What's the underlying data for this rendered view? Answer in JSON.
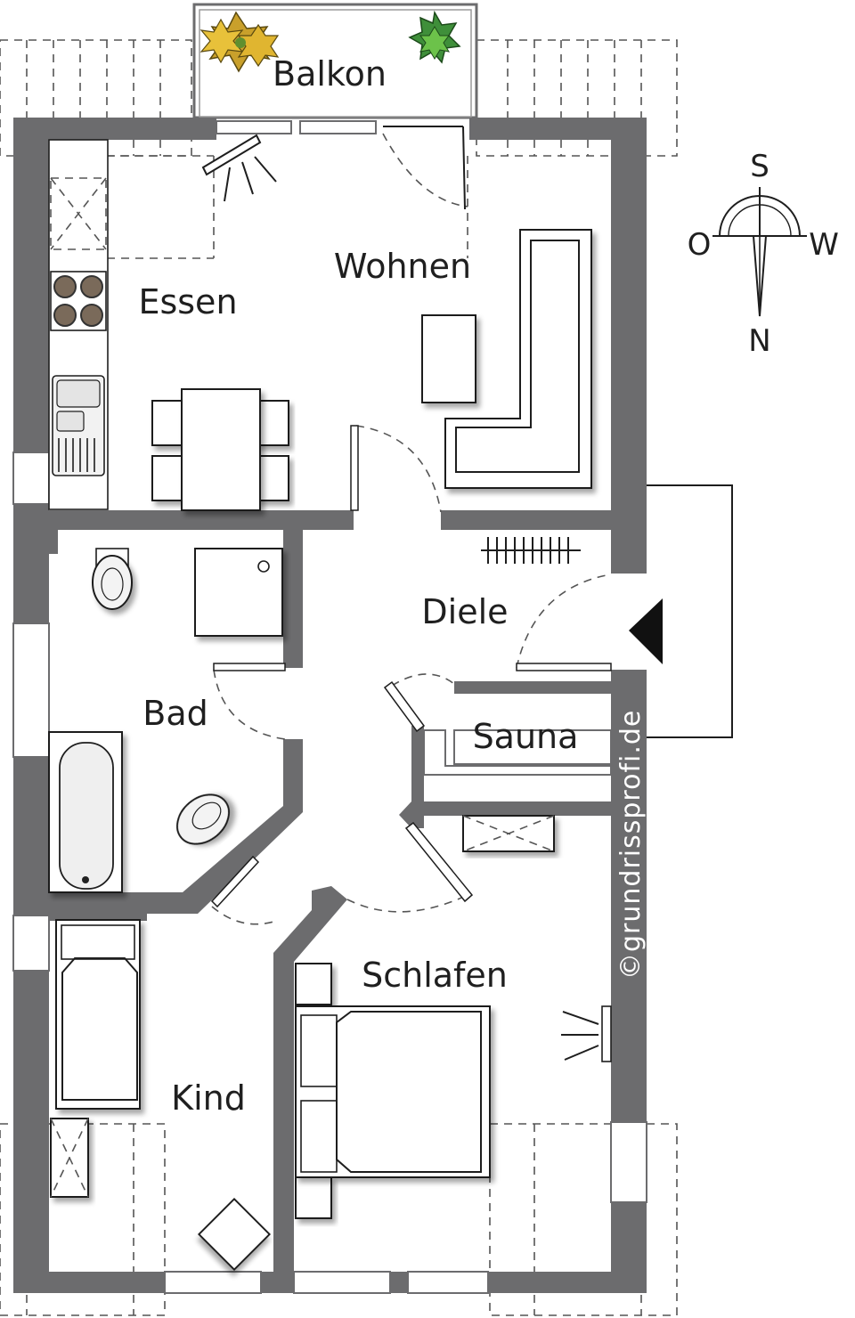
{
  "rooms": {
    "balkon": "Balkon",
    "wohnen": "Wohnen",
    "essen": "Essen",
    "diele": "Diele",
    "bad": "Bad",
    "sauna": "Sauna",
    "schlafen": "Schlafen",
    "kind": "Kind"
  },
  "compass": {
    "top": "S",
    "left": "O",
    "right": "W",
    "bottom": "N"
  },
  "watermark": "©grundrissprofi.de",
  "colors": {
    "wall": "#6c6c6e",
    "background": "#ffffff",
    "plant_yellow": "#e8c13a",
    "plant_green": "#3f8f3a"
  }
}
